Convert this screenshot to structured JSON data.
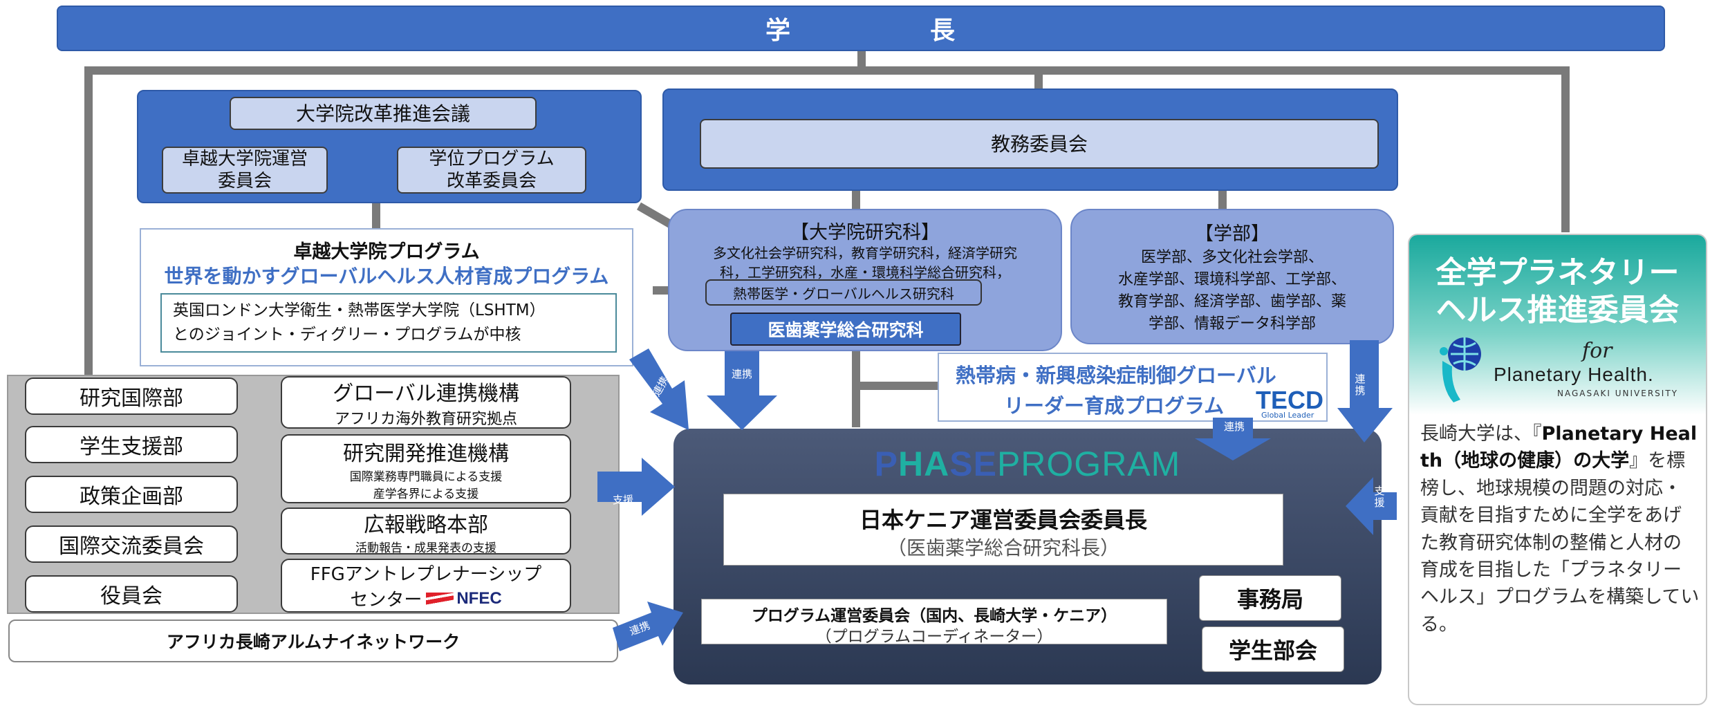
{
  "top": {
    "left": "学",
    "right": "長"
  },
  "reform": {
    "title": "大学院改革推進会議",
    "left_line1": "卓越大学院運営",
    "left_line2": "委員会",
    "right_line1": "学位プログラム",
    "right_line2": "改革委員会"
  },
  "academic_affairs": "教務委員会",
  "program": {
    "title1": "卓越大学院プログラム",
    "title2": "世界を動かすグローバルヘルス人材育成プログラム",
    "desc1": "英国ロンドン大学衛生・熱帯医学大学院（LSHTM）",
    "desc2": "とのジョイント・ディグリー・プログラムが中核"
  },
  "graduate": {
    "title": "【大学院研究科】",
    "line1": "多文化社会学研究科，教育学研究科，経済学研究",
    "line2": "科，工学研究科，水産・環境科学総合研究科，",
    "tropical": "熱帯医学・グローバルヘルス研究科",
    "biomed": "医歯薬学総合研究科"
  },
  "faculty": {
    "title": "【学部】",
    "line1": "医学部、多文化社会学部、",
    "line2": "水産学部、環境科学部、工学部、",
    "line3": "教育学部、経済学部、歯学部、薬",
    "line4": "学部、情報データ科学部"
  },
  "tecd": {
    "line1": "熱帯病・新興感染症制御グローバル",
    "line2": "リーダー育成プログラム",
    "logo": "TECD",
    "logo_sub": "Global Leader"
  },
  "left_units": [
    "研究国際部",
    "学生支援部",
    "政策企画部",
    "国際交流委員会",
    "役員会"
  ],
  "orgs": {
    "global_title": "グローバル連携機構",
    "global_sub": "アフリカ海外教育研究拠点",
    "research_title": "研究開発推進機構",
    "research_sub1": "国際業務専門職員による支援",
    "research_sub2": "産学各界による支援",
    "pr_title": "広報戦略本部",
    "pr_sub": "活動報告・成果発表の支援",
    "ffg_line1": "FFGアントレプレナーシップ",
    "ffg_line2": "センター",
    "nfec": "NFEC"
  },
  "alumni": "アフリカ長崎アルムナイネットワーク",
  "arrows": {
    "renkei": "連携",
    "shien": "支援"
  },
  "phase": {
    "title_p": "P",
    "title_ha": "HA",
    "title_se": "SE",
    "title_rest": " PROGRAM",
    "chair1": "日本ケニア運営委員会委員長",
    "chair2": "（医歯薬学総合研究科長）",
    "committee1": "プログラム運営委員会（国内、長崎大学・ケニア）",
    "committee2": "（プログラムコーディネーター）",
    "secretariat": "事務局",
    "students": "学生部会"
  },
  "planetary": {
    "title1": "全学プラネタリー",
    "title2": "ヘルス推進委員会",
    "logo_for": "for",
    "logo_main": "Planetary Health.",
    "logo_sub": "NAGASAKI UNIVERSITY",
    "body_pre": "長崎大学は、『",
    "body_bold": "Planetary Health（地球の健康）の大学",
    "body_post": "』を標榜し、地球規模の問題の対応・貢献を目指すために全学をあげた教育研究体制の整備と人材の育成を目指した「プラネタリーヘルス」プログラムを構築している。"
  },
  "colors": {
    "blue": "#3f6fc4",
    "navy": "#344466",
    "teal": "#1fb0a2"
  }
}
